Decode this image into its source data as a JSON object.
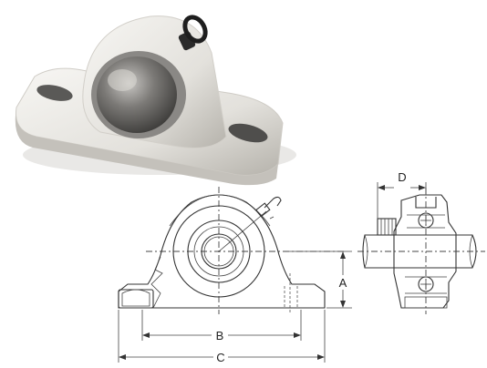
{
  "dimensions": {
    "a": "A",
    "b": "B",
    "c": "C",
    "d": "D"
  },
  "colors": {
    "housing": "#eceae6",
    "housing_shadow": "#b9b6b0",
    "bearing_insert": "#6e6c6a",
    "grease_fitting": "#1e1e1e",
    "line": "#333333"
  }
}
